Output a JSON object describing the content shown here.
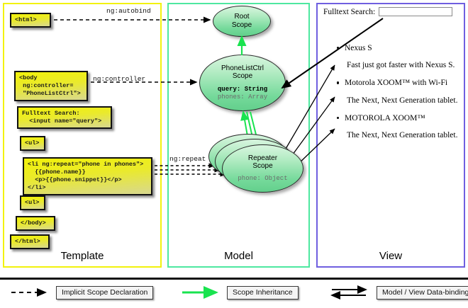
{
  "panels": {
    "template": {
      "label": "Template",
      "border_color": "#f2f20d"
    },
    "model": {
      "label": "Model",
      "border_color": "#4ee8a0"
    },
    "view": {
      "label": "View",
      "border_color": "#6f5fe0"
    }
  },
  "template_boxes": [
    {
      "id": "html-open",
      "text": "<html>"
    },
    {
      "id": "body-open",
      "text": "<body\n ng:controller=\n \"PhoneListCtrl\">"
    },
    {
      "id": "search",
      "text": "Fulltext Search:\n  <input name=\"query\">"
    },
    {
      "id": "ul-open",
      "text": "<ul>"
    },
    {
      "id": "li-repeat",
      "text": "<li ng:repeat=\"phone in phones\">\n  {{phone.name}}\n  <p>{{phone.snippet}}</p>\n</li>"
    },
    {
      "id": "ul-close",
      "text": "<ul>"
    },
    {
      "id": "body-close",
      "text": "</body>"
    },
    {
      "id": "html-close",
      "text": "</html>"
    }
  ],
  "edge_labels": {
    "autobind": "ng:autobind",
    "controller": "ng:controller",
    "repeat": "ng:repeat"
  },
  "scopes": [
    {
      "id": "root",
      "title_line1": "Root",
      "title_line2": "Scope",
      "props": []
    },
    {
      "id": "phonelistctrl",
      "title_line1": "PhoneListCtrl",
      "title_line2": "Scope",
      "props": [
        {
          "text": "query: String",
          "style": "strong"
        },
        {
          "text": "phones: Array",
          "style": "dim"
        }
      ]
    },
    {
      "id": "repeater",
      "title_line1": "Repeater",
      "title_line2": "Scope",
      "props": [
        {
          "text": "phone: Object",
          "style": "dim"
        }
      ]
    }
  ],
  "view": {
    "search_label": "Fulltext Search:",
    "search_value": "",
    "search_placeholder": "",
    "phones": [
      {
        "name": "Nexus S",
        "snippet": "Fast just got faster with Nexus S."
      },
      {
        "name": "Motorola XOOM™  with Wi-Fi",
        "snippet": "The Next, Next Generation tablet."
      },
      {
        "name": "MOTOROLA XOOM™",
        "snippet": "The Next, Next Generation tablet."
      }
    ]
  },
  "legend": [
    {
      "id": "implicit-scope-declaration",
      "label": "Implicit Scope Declaration",
      "arrow": "dashed-black"
    },
    {
      "id": "scope-inheritance",
      "label": "Scope Inheritance",
      "arrow": "solid-green"
    },
    {
      "id": "model-view-data-binding",
      "label": "Model / View Data-binding",
      "arrow": "double-black"
    }
  ],
  "colors": {
    "code_box_fill": "#f2f20a",
    "scope_fill": "#74d99a",
    "inheritance_arrow": "#19e34f",
    "declaration_arrow": "#000000"
  }
}
